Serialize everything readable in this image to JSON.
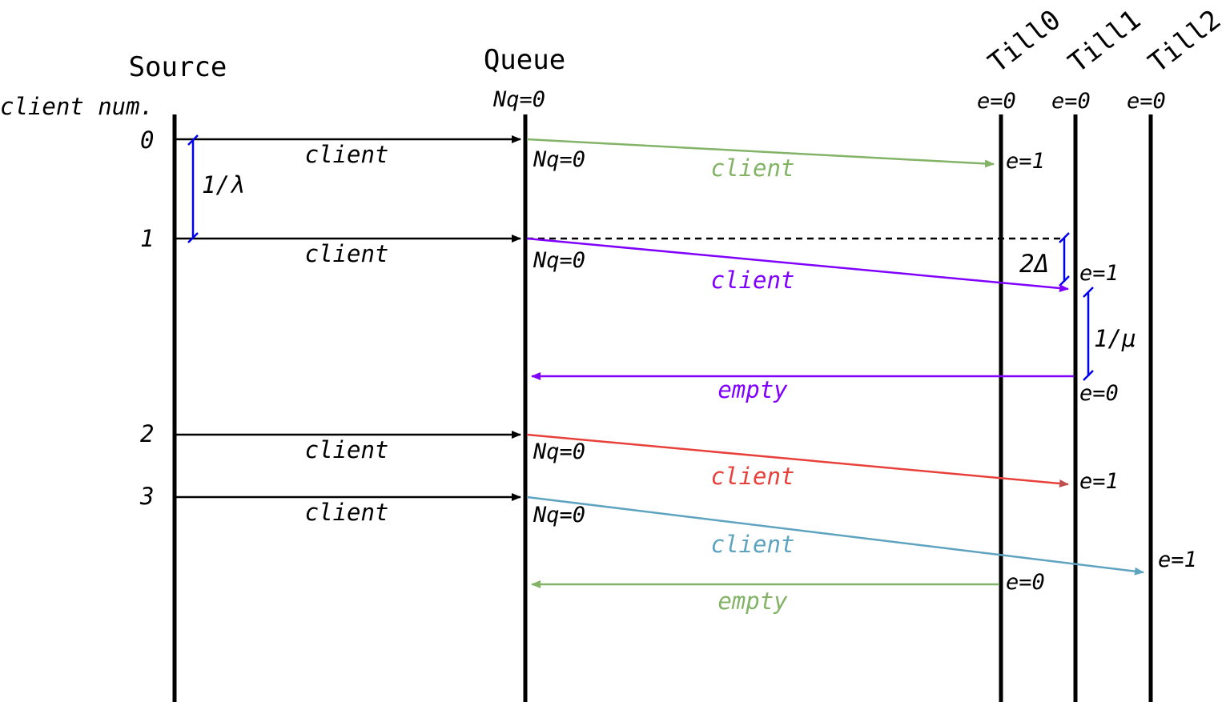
{
  "lanes": {
    "source": "Source",
    "queue": "Queue",
    "till0": "Till0",
    "till1": "Till1",
    "till2": "Till2"
  },
  "header": {
    "client_num": "client num.",
    "queue_nq": "Nq=0",
    "till0_e": "e=0",
    "till1_e": "e=0",
    "till2_e": "e=0"
  },
  "client_numbers": [
    "0",
    "1",
    "2",
    "3"
  ],
  "messages": {
    "src0": "client",
    "src1": "client",
    "src2": "client",
    "src3": "client",
    "q_to_till0": "client",
    "q_to_till1": "client",
    "till1_to_q": "empty",
    "q_to_till1_b": "client",
    "q_to_till2": "client",
    "till0_to_q": "empty"
  },
  "queue_states": {
    "s0": "Nq=0",
    "s1": "Nq=0",
    "s2": "Nq=0",
    "s3": "Nq=0"
  },
  "till_states": {
    "till0_busy": "e=1",
    "till1_busy": "e=1",
    "till1_free": "e=0",
    "till1_busy_b": "e=1",
    "till2_busy": "e=1",
    "till0_free": "e=0"
  },
  "intervals": {
    "arrival": "1/λ",
    "delay": "2Δ",
    "service": "1/μ"
  },
  "colors": {
    "black": "#000000",
    "green": "#82b366",
    "purple": "#7f00ff",
    "red": "#e8403a",
    "teal": "#5ea3c0",
    "blue": "#0000ee"
  }
}
